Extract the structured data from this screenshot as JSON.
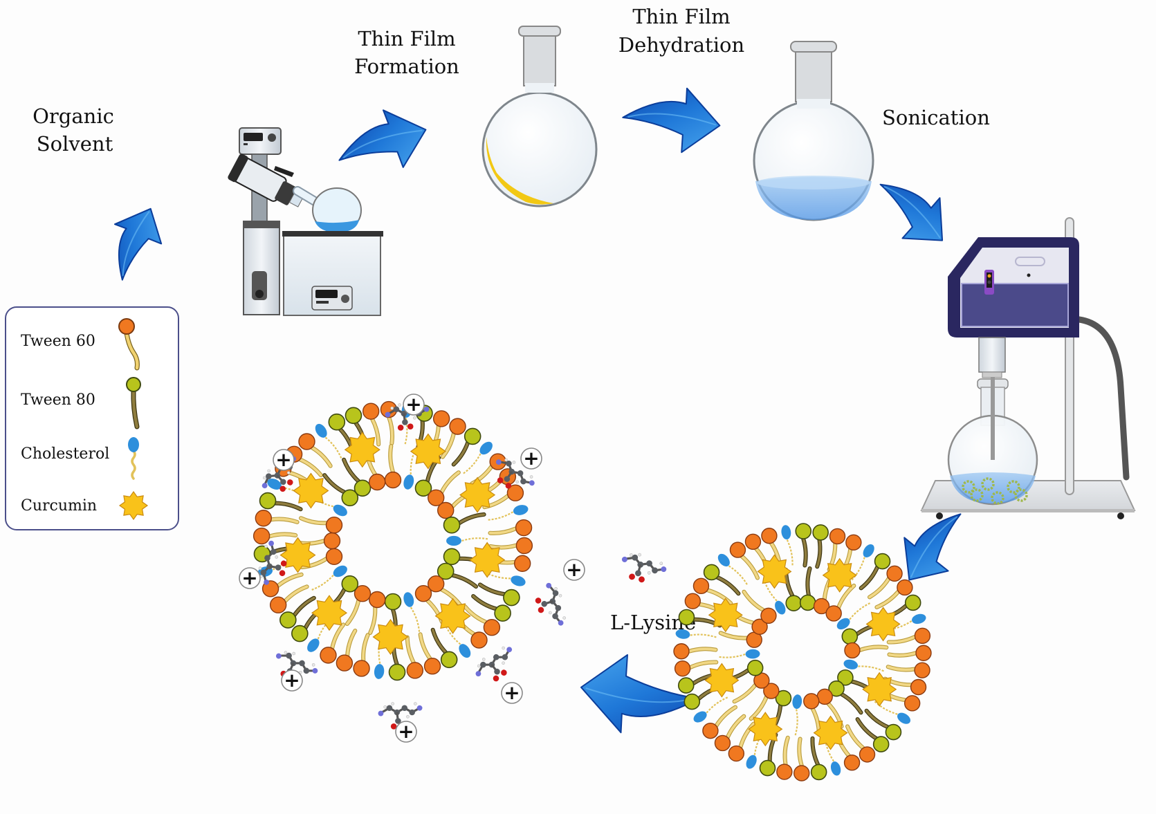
{
  "title": "Preparation of L-Lysine coated curcumin niosomes by thin film hydration",
  "steps": {
    "organic_solvent": [
      "Organic",
      "Solvent"
    ],
    "thin_film_formation": [
      "Thin Film",
      "Formation"
    ],
    "thin_film_dehydration": [
      "Thin Film",
      "Dehydration"
    ],
    "sonication": "Sonication",
    "l_lysine": "L-Lysine"
  },
  "legend": {
    "items": [
      {
        "label": "Tween 60",
        "icon": "orange-head-lipid-icon",
        "color": "#f07820"
      },
      {
        "label": "Tween 80",
        "icon": "green-head-lipid-icon",
        "color": "#b8c41c"
      },
      {
        "label": "Cholesterol",
        "icon": "blue-oval-lipid-icon",
        "color": "#2d8fdc"
      },
      {
        "label": "Curcumin",
        "icon": "yellow-star-icon",
        "color": "#f9c21a"
      }
    ]
  },
  "colors": {
    "arrow": "#1e6fd0",
    "tween60": "#f07820",
    "tween80": "#b8c41c",
    "cholesterol": "#2d8fdc",
    "curcumin": "#f9c21a",
    "sonicator": "#2a2760",
    "charge": "+"
  },
  "charge_symbol": "+"
}
